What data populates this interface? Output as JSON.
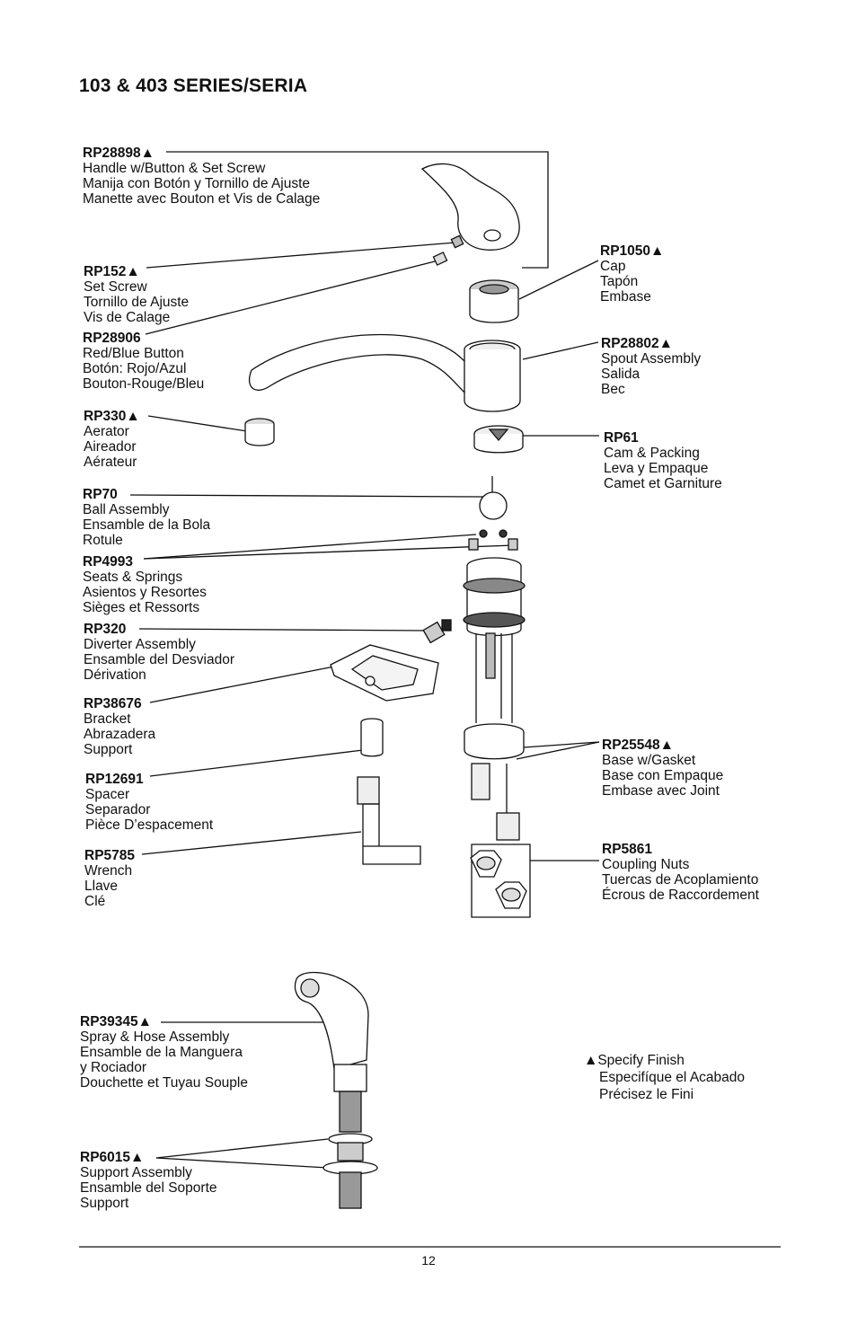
{
  "title": "103 & 403 SERIES/SERIA",
  "parts": [
    {
      "id": "rp28898",
      "code": "RP28898",
      "flag": "▲",
      "lines": [
        "Handle w/Button & Set Screw",
        "Manija con Botón y Tornillo de Ajuste",
        "Manette avec Bouton et Vis de Calage"
      ]
    },
    {
      "id": "rp152",
      "code": "RP152",
      "flag": "▲",
      "lines": [
        "Set Screw",
        "Tornillo de Ajuste",
        "Vis de Calage"
      ]
    },
    {
      "id": "rp28906",
      "code": "RP28906",
      "flag": "",
      "lines": [
        "Red/Blue Button",
        "Botón: Rojo/Azul",
        "Bouton-Rouge/Bleu"
      ]
    },
    {
      "id": "rp330",
      "code": "RP330",
      "flag": "▲",
      "lines": [
        "Aerator",
        "Aireador",
        "Aérateur"
      ]
    },
    {
      "id": "rp70",
      "code": "RP70",
      "flag": "",
      "lines": [
        "Ball Assembly",
        "Ensamble de la Bola",
        "Rotule"
      ]
    },
    {
      "id": "rp4993",
      "code": "RP4993",
      "flag": "",
      "lines": [
        "Seats & Springs",
        "Asientos y Resortes",
        "Sièges et Ressorts"
      ]
    },
    {
      "id": "rp320",
      "code": "RP320",
      "flag": "",
      "lines": [
        "Diverter Assembly",
        "Ensamble del Desviador",
        "Dérivation"
      ]
    },
    {
      "id": "rp38676",
      "code": "RP38676",
      "flag": "",
      "lines": [
        "Bracket",
        "Abrazadera",
        "Support"
      ]
    },
    {
      "id": "rp12691",
      "code": "RP12691",
      "flag": "",
      "lines": [
        "Spacer",
        "Separador",
        "Pièce D’espacement"
      ]
    },
    {
      "id": "rp5785",
      "code": "RP5785",
      "flag": "",
      "lines": [
        "Wrench",
        "Llave",
        "Clé"
      ]
    },
    {
      "id": "rp1050",
      "code": "RP1050",
      "flag": "▲",
      "lines": [
        "Cap",
        "Tapón",
        "Embase"
      ]
    },
    {
      "id": "rp28802",
      "code": "RP28802",
      "flag": "▲",
      "lines": [
        "Spout Assembly",
        "Salida",
        "Bec"
      ]
    },
    {
      "id": "rp61",
      "code": "RP61",
      "flag": "",
      "lines": [
        "Cam & Packing",
        "Leva y Empaque",
        "Camet et Garniture"
      ]
    },
    {
      "id": "rp25548",
      "code": "RP25548",
      "flag": "▲",
      "lines": [
        "Base w/Gasket",
        "Base con Empaque",
        "Embase avec Joint"
      ]
    },
    {
      "id": "rp5861",
      "code": "RP5861",
      "flag": "",
      "lines": [
        "Coupling Nuts",
        "Tuercas de Acoplamiento",
        "Écrous de Raccordement"
      ]
    },
    {
      "id": "rp39345",
      "code": "RP39345",
      "flag": "▲",
      "lines": [
        "Spray & Hose Assembly",
        "Ensamble de la Manguera",
        "y Rociador",
        "Douchette et Tuyau Souple"
      ]
    },
    {
      "id": "rp6015",
      "code": "RP6015",
      "flag": "▲",
      "lines": [
        "Support Assembly",
        "Ensamble del Soporte",
        "Support"
      ]
    }
  ],
  "note": {
    "marker": "▲",
    "lines": [
      "Specify Finish",
      "Especifíque el Acabado",
      "Précisez le Fini"
    ]
  },
  "page_number": "12"
}
